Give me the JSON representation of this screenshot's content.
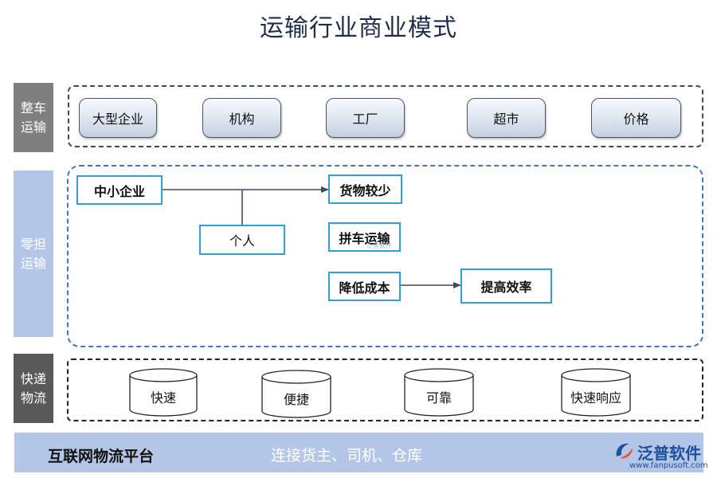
{
  "title": "运输行业商业模式",
  "rows": {
    "full_truck": {
      "label": "整车运输",
      "items": [
        "大型企业",
        "机构",
        "工厂",
        "超市",
        "价格"
      ]
    },
    "ltl": {
      "label": "零担运输",
      "nodes": {
        "sme": "中小企业",
        "individual": "个人",
        "less_cargo": "货物较少",
        "carpool": "拼车运输",
        "reduce_cost": "降低成本",
        "improve_eff": "提高效率"
      }
    },
    "express": {
      "label": "快递物流",
      "items": [
        "快速",
        "便捷",
        "可靠",
        "快速响应"
      ]
    }
  },
  "bottom_bar": {
    "platform": "互联网物流平台",
    "connect": "连接货主、司机、仓库"
  },
  "logo": {
    "name": "泛普软件",
    "url": "www.fanpusoft.com"
  },
  "watermark": "泛普软件",
  "colors": {
    "box_border": "#2f9fd6",
    "side_gray": "#7f7f7f",
    "side_blue": "#b4c6e7",
    "side_dark": "#595959",
    "arrow": "#3e4a5a"
  }
}
